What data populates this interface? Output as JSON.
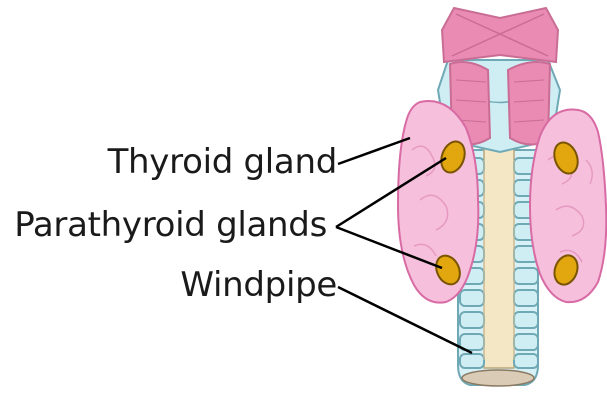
{
  "labels": {
    "thyroid_gland": "Thyroid gland",
    "parathyroid_glands": "Parathyroid glands",
    "windpipe": "Windpipe"
  },
  "colors": {
    "muscle": "#e98bb2",
    "muscle_dark": "#c96d94",
    "thyroid_fill": "#f6bfdc",
    "thyroid_outline": "#d86aa4",
    "parathyroid": "#e2a60f",
    "parathyroid_outline": "#7a5500",
    "cartilage": "#cfeef4",
    "cartilage_outline": "#6fa9b5",
    "trachea_inner": "#f4e7c6",
    "leader_line": "#000000"
  }
}
